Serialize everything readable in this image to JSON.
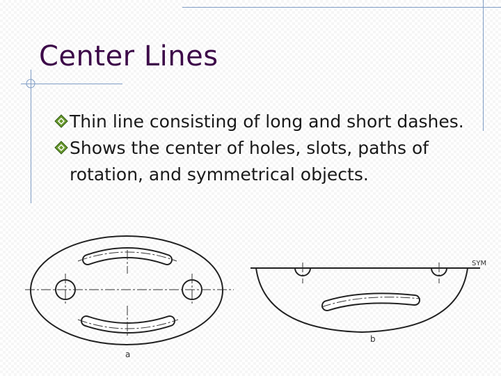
{
  "slide": {
    "title": "Center Lines",
    "bullets": [
      " Thin line consisting of long and short dashes.",
      "Shows the center of holes, slots, paths of rotation, and symmetrical objects."
    ]
  },
  "figure": {
    "label_a": "a",
    "label_b": "b",
    "label_sym": "SYM"
  },
  "colors": {
    "title": "#3d0a49",
    "text": "#1a1a1a",
    "accent_lines": "#7f9cc4",
    "bullet_icon": "#6a9a2e"
  },
  "icons": {
    "bullet": "diamond-bullet-icon"
  }
}
